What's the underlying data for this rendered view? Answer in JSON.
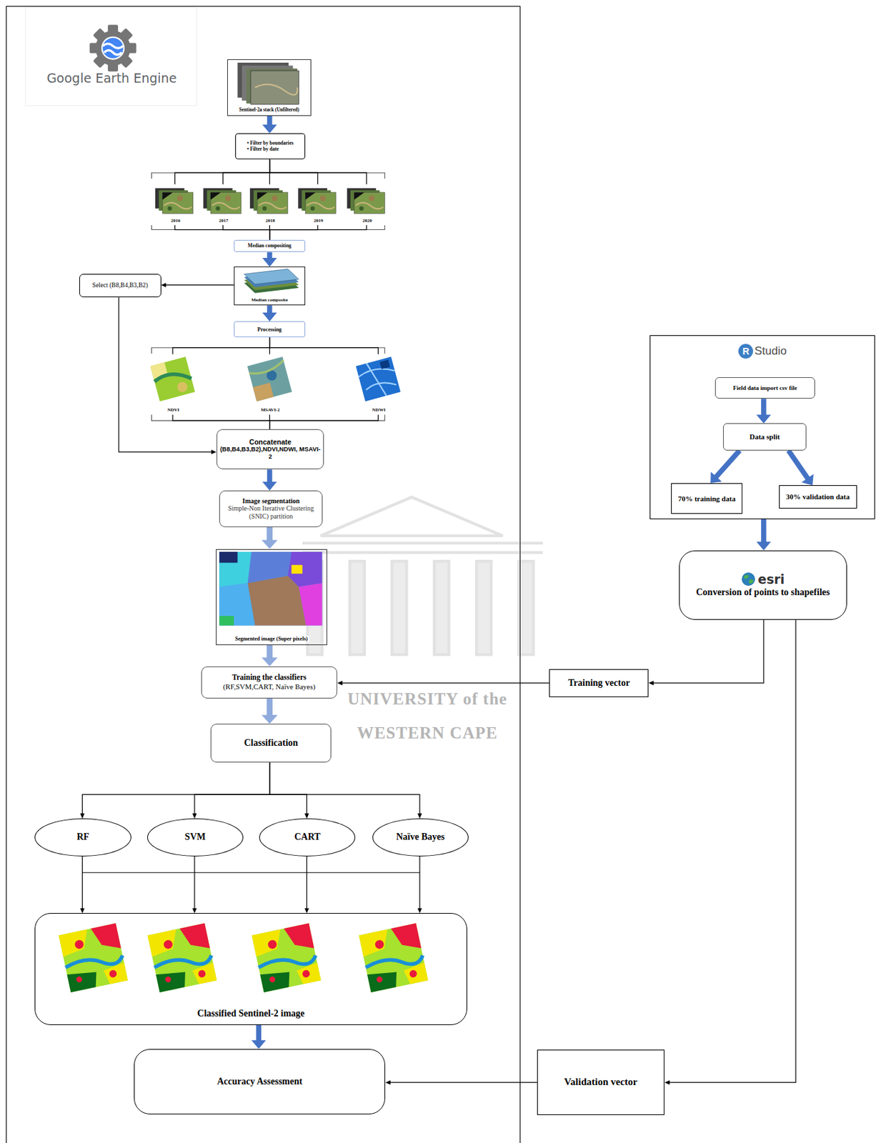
{
  "diagram": {
    "nodes": [
      {
        "text": [
          "Google Earth Engine"
        ]
      },
      {
        "text": [
          "Sentinel-2a stack (Unfiltered)"
        ],
        "in": 0
      },
      {
        "text": [
          "• Filter by boundaries",
          "• Filter by date"
        ],
        "in": 0
      },
      {
        "text": [
          "2016"
        ],
        "in": 0
      },
      {
        "text": [
          "2017"
        ],
        "in": 0
      },
      {
        "text": [
          "2018"
        ],
        "in": 0
      },
      {
        "text": [
          "2019"
        ],
        "in": 0
      },
      {
        "text": [
          "2020"
        ],
        "in": 0
      },
      {
        "text": [
          "Median compositing"
        ],
        "in": 0
      },
      {
        "text": [
          "Median composite"
        ],
        "in": 0
      },
      {
        "text": [
          "Select (B8,B4,B3,B2)"
        ],
        "in": 0
      },
      {
        "text": [
          "Processing"
        ],
        "in": 0
      },
      {
        "text": [
          "NDVI"
        ],
        "in": 0
      },
      {
        "text": [
          "MSAVI-2"
        ],
        "in": 0
      },
      {
        "text": [
          "NDWI"
        ],
        "in": 0
      },
      {
        "text": [
          "Concatenate",
          "(B8,B4,B3,B2),NDVI,NDWI, MSAVI-2"
        ],
        "in": 0
      },
      {
        "text": [
          "Image segmentation",
          "Simple-Non Iterative Clustering (SNIC) partition"
        ],
        "in": 0
      },
      {
        "text": [
          "Segmented image (Super pixels)"
        ],
        "in": 0
      },
      {
        "text": [
          "Training the classifiers",
          "(RF,SVM,CART, Naïve Bayes)"
        ],
        "in": 0
      },
      {
        "text": [
          "Classification"
        ],
        "in": 0
      },
      {
        "text": [
          "RF"
        ],
        "in": 0
      },
      {
        "text": [
          "SVM"
        ],
        "in": 0
      },
      {
        "text": [
          "CART"
        ],
        "in": 0
      },
      {
        "text": [
          "Naïve Bayes"
        ],
        "in": 0
      },
      {
        "text": [
          "Classified Sentinel-2 image"
        ],
        "in": 0
      },
      {
        "text": [
          "Accuracy Assessment"
        ],
        "in": 0
      },
      {
        "text": [
          "R",
          "Studio"
        ]
      },
      {
        "text": [
          "Field data import csv file"
        ],
        "in": 26
      },
      {
        "text": [
          "Data split"
        ],
        "in": 26
      },
      {
        "text": [
          "70% training data"
        ],
        "in": 26
      },
      {
        "text": [
          "30% validation data"
        ],
        "in": 26
      },
      {
        "text": [
          "esri",
          "Conversion of points to shapefiles"
        ]
      },
      {
        "text": [
          "Training vector"
        ]
      },
      {
        "text": [
          "Validation vector"
        ]
      }
    ],
    "edges": [
      {
        "from": 1,
        "to": 2,
        "arrow": "to"
      },
      {
        "from": 2,
        "to": 3,
        "arrow": "none"
      },
      {
        "from": 2,
        "to": 4,
        "arrow": "none"
      },
      {
        "from": 2,
        "to": 5,
        "arrow": "none"
      },
      {
        "from": 2,
        "to": 6,
        "arrow": "none"
      },
      {
        "from": 2,
        "to": 7,
        "arrow": "none"
      },
      {
        "from": 3,
        "to": 8,
        "arrow": "none"
      },
      {
        "from": 4,
        "to": 8,
        "arrow": "none"
      },
      {
        "from": 5,
        "to": 8,
        "arrow": "none"
      },
      {
        "from": 6,
        "to": 8,
        "arrow": "none"
      },
      {
        "from": 7,
        "to": 8,
        "arrow": "none"
      },
      {
        "from": 8,
        "to": 9,
        "arrow": "to"
      },
      {
        "from": 9,
        "to": 10,
        "arrow": "to"
      },
      {
        "from": 9,
        "to": 11,
        "arrow": "to"
      },
      {
        "from": 11,
        "to": 12,
        "arrow": "none"
      },
      {
        "from": 11,
        "to": 13,
        "arrow": "none"
      },
      {
        "from": 11,
        "to": 14,
        "arrow": "none"
      },
      {
        "from": 12,
        "to": 15,
        "arrow": "none"
      },
      {
        "from": 13,
        "to": 15,
        "arrow": "none"
      },
      {
        "from": 14,
        "to": 15,
        "arrow": "none"
      },
      {
        "from": 10,
        "to": 15,
        "arrow": "to"
      },
      {
        "from": 15,
        "to": 16,
        "arrow": "to"
      },
      {
        "from": 16,
        "to": 17,
        "arrow": "to"
      },
      {
        "from": 17,
        "to": 18,
        "arrow": "to"
      },
      {
        "from": 18,
        "to": 19,
        "arrow": "to"
      },
      {
        "from": 19,
        "to": 20,
        "arrow": "to"
      },
      {
        "from": 19,
        "to": 21,
        "arrow": "to"
      },
      {
        "from": 19,
        "to": 22,
        "arrow": "to"
      },
      {
        "from": 19,
        "to": 23,
        "arrow": "to"
      },
      {
        "from": 20,
        "to": 24,
        "arrow": "to"
      },
      {
        "from": 21,
        "to": 24,
        "arrow": "to"
      },
      {
        "from": 22,
        "to": 24,
        "arrow": "to"
      },
      {
        "from": 23,
        "to": 24,
        "arrow": "to"
      },
      {
        "from": 24,
        "to": 25,
        "arrow": "to"
      },
      {
        "from": 27,
        "to": 28,
        "arrow": "to"
      },
      {
        "from": 28,
        "to": 29,
        "arrow": "to"
      },
      {
        "from": 28,
        "to": 30,
        "arrow": "to"
      },
      {
        "from": 26,
        "to": 31,
        "arrow": "to"
      },
      {
        "from": 31,
        "to": 32,
        "arrow": "to"
      },
      {
        "from": 32,
        "to": 18,
        "arrow": "to"
      },
      {
        "from": 31,
        "to": 33,
        "arrow": "to"
      },
      {
        "from": 33,
        "to": 25,
        "arrow": "to"
      }
    ],
    "labels": [
      "UNIVERSITY of the",
      "WESTERN CAPE"
    ]
  }
}
